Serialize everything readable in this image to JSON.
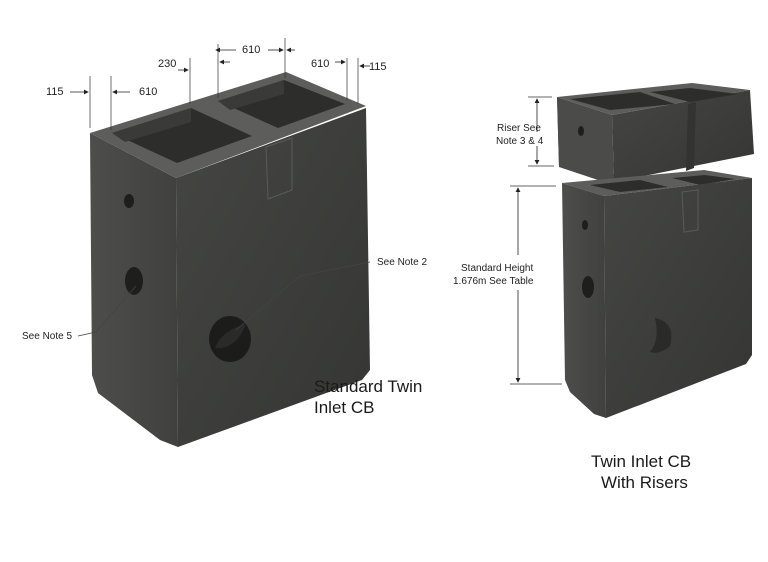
{
  "dimensions": {
    "d115_left": "115",
    "d610_left": "610",
    "d230": "230",
    "d610_top": "610",
    "d610_right": "610",
    "d115_right": "115"
  },
  "notes": {
    "see_note_2": "See Note 2",
    "see_note_5": "See Note 5",
    "riser_line1": "Riser See",
    "riser_line2": "Note 3 & 4",
    "height_line1": "Standard Height",
    "height_line2": "1.676m See Table"
  },
  "captions": {
    "standard_line1": "Standard Twin",
    "standard_line2": "Inlet CB",
    "risers_line1": "Twin Inlet CB",
    "risers_line2": "With Risers"
  },
  "colors": {
    "body": "#3c3d3a",
    "body_side": "#4a4b48",
    "top_rim": "#5c5d5a",
    "interior": "#2e2f2c"
  }
}
